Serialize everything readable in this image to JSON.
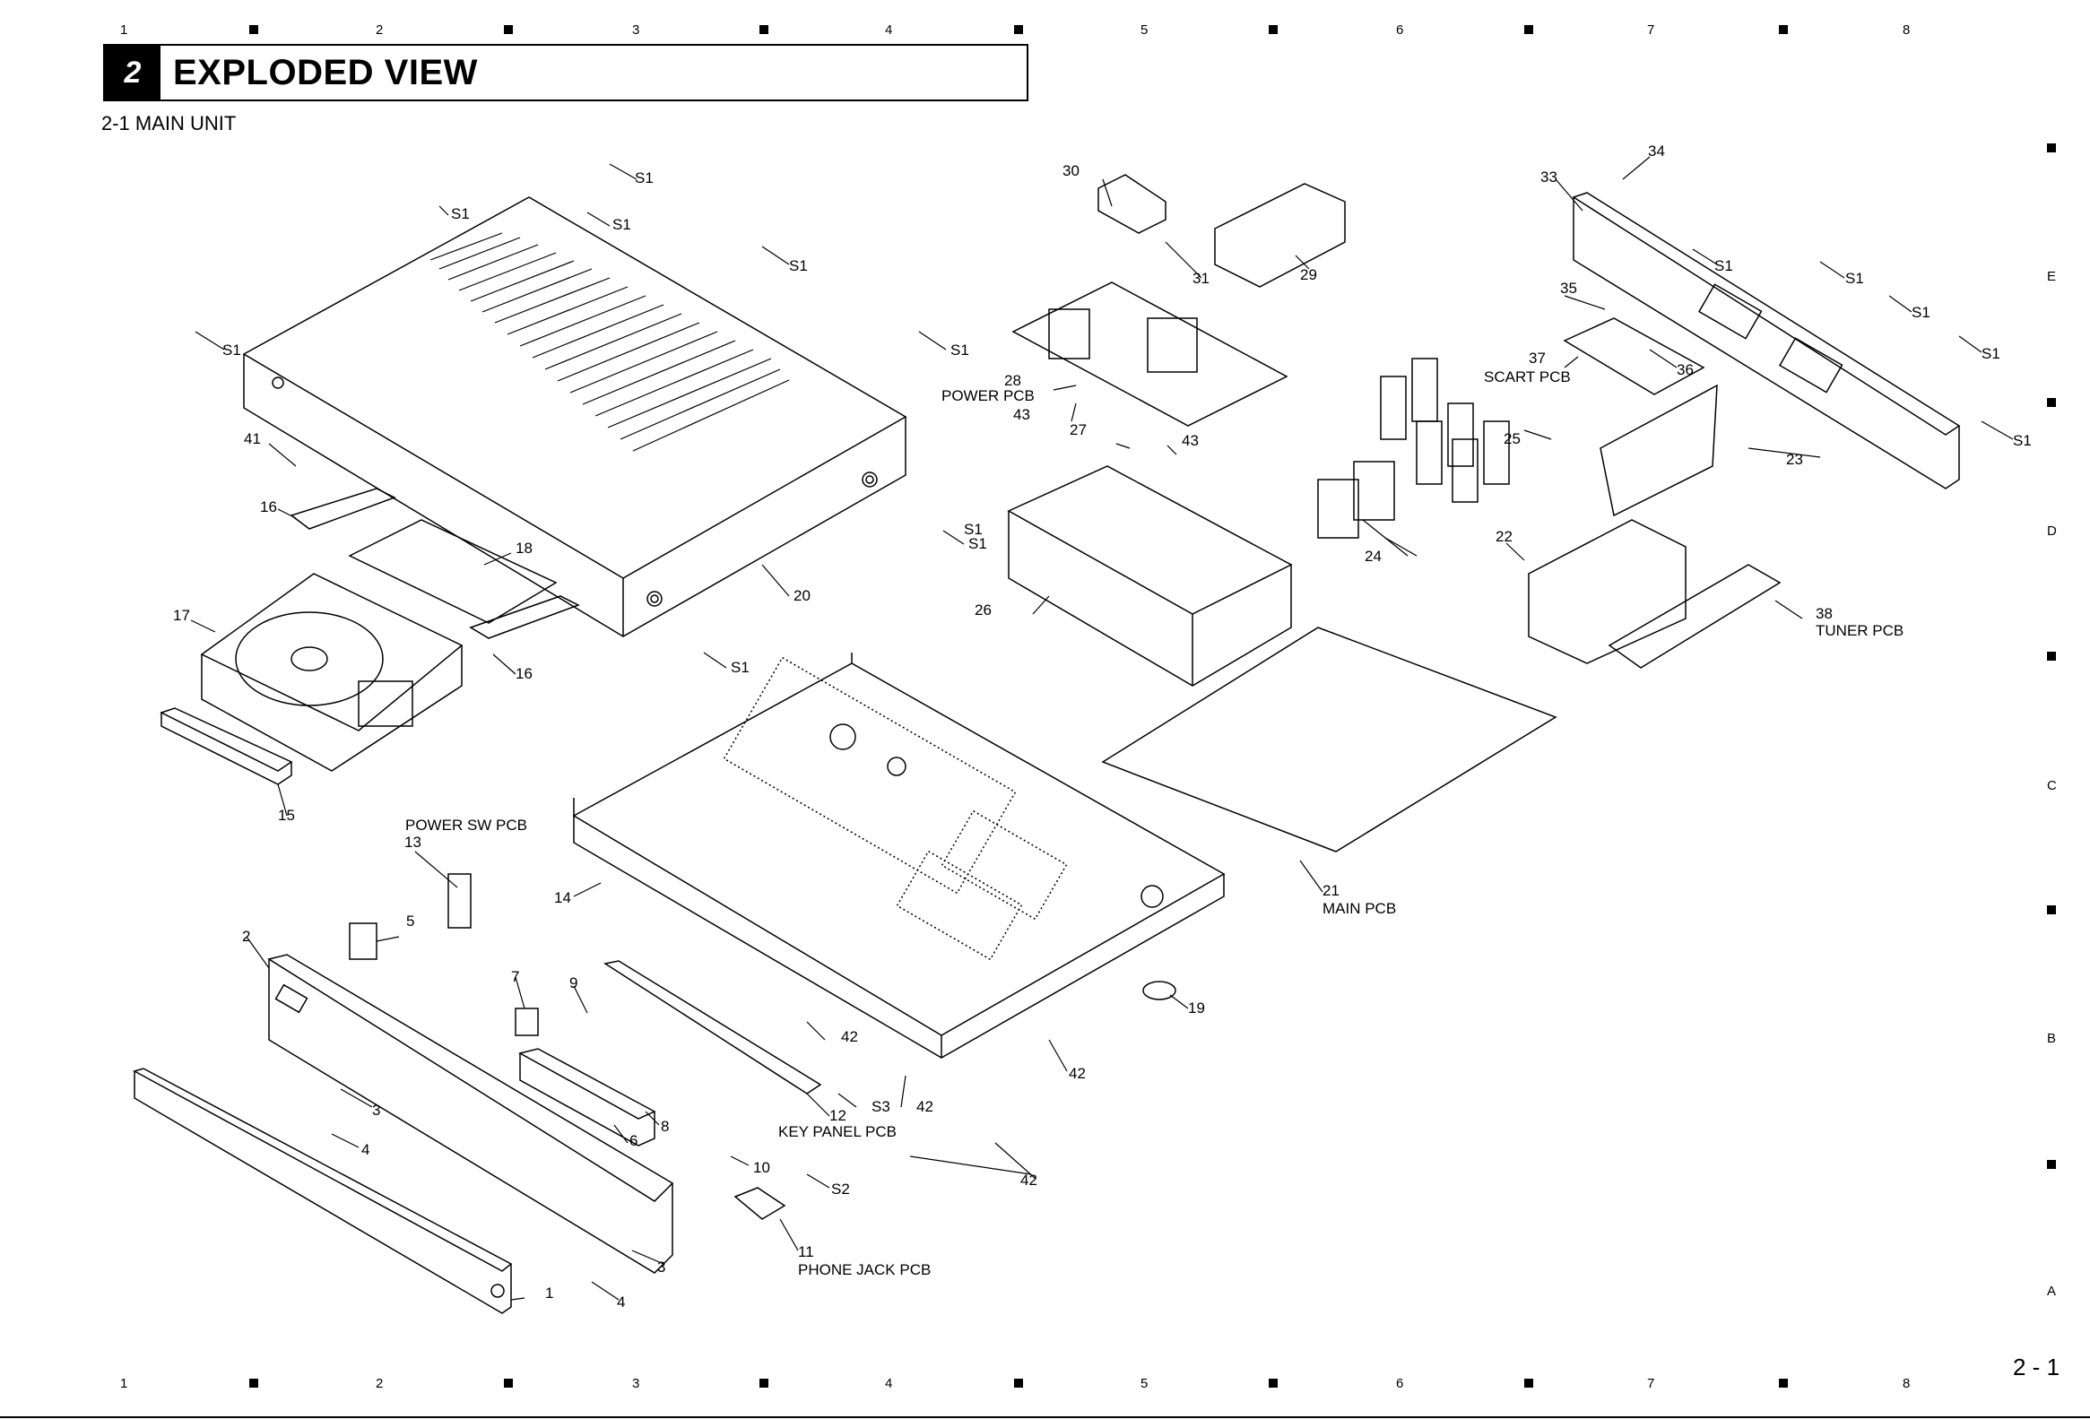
{
  "header": {
    "section_number": "2",
    "title": "EXPLODED VIEW",
    "subtitle": "2-1 MAIN UNIT"
  },
  "grid": {
    "columns": [
      "1",
      "2",
      "3",
      "4",
      "5",
      "6",
      "7",
      "8"
    ],
    "rows": [
      "E",
      "D",
      "C",
      "B",
      "A"
    ]
  },
  "page_number": "2 - 1",
  "callouts": [
    "S1",
    "S1",
    "S1",
    "S1",
    "S1",
    "S1",
    "S1",
    "S1",
    "S1",
    "S1",
    "S1",
    "S1",
    "S1",
    "S1",
    "30",
    "31",
    "29",
    "28",
    "43",
    "27",
    "43",
    "26",
    "33",
    "34",
    "35",
    "37",
    "36",
    "25",
    "24",
    "23",
    "22",
    "38",
    "41",
    "16",
    "18",
    "17",
    "16",
    "20",
    "15",
    "14",
    "21",
    "13",
    "5",
    "2",
    "7",
    "9",
    "8",
    "6",
    "12",
    "S3",
    "10",
    "S2",
    "11",
    "42",
    "42",
    "42",
    "42",
    "3",
    "4",
    "3",
    "4",
    "1",
    "19"
  ],
  "pcb_labels": {
    "power_pcb": "POWER PCB",
    "scart_pcb": "SCART PCB",
    "tuner_pcb": "TUNER PCB",
    "main_pcb": "MAIN PCB",
    "power_sw_pcb": "POWER SW PCB",
    "key_panel_pcb": "KEY PANEL PCB",
    "phone_jack_pcb": "PHONE JACK PCB"
  }
}
